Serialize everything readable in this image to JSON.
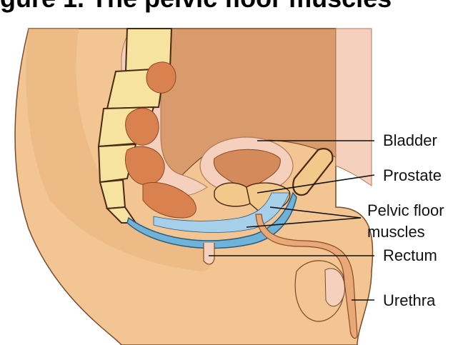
{
  "title": "gure 1. The pelvic floor muscles",
  "labels": {
    "bladder": "Bladder",
    "prostate": "Prostate",
    "pelvic_floor_line1": "Pelvic floor",
    "pelvic_floor_line2": "muscles",
    "rectum": "Rectum",
    "urethra": "Urethra"
  },
  "colors": {
    "skin": "#f3c592",
    "skin_dark": "#e8b47c",
    "abdomen": "#d99a6c",
    "pink": "#f5d0bd",
    "vertebra": "#f7e3a0",
    "bowel": "#d9824f",
    "muscle": "#6fb3d9",
    "bladder": "#d48a5a",
    "prostate": "#f2c98a"
  },
  "icons": {
    "diagram": "pelvic-sagittal-section"
  }
}
